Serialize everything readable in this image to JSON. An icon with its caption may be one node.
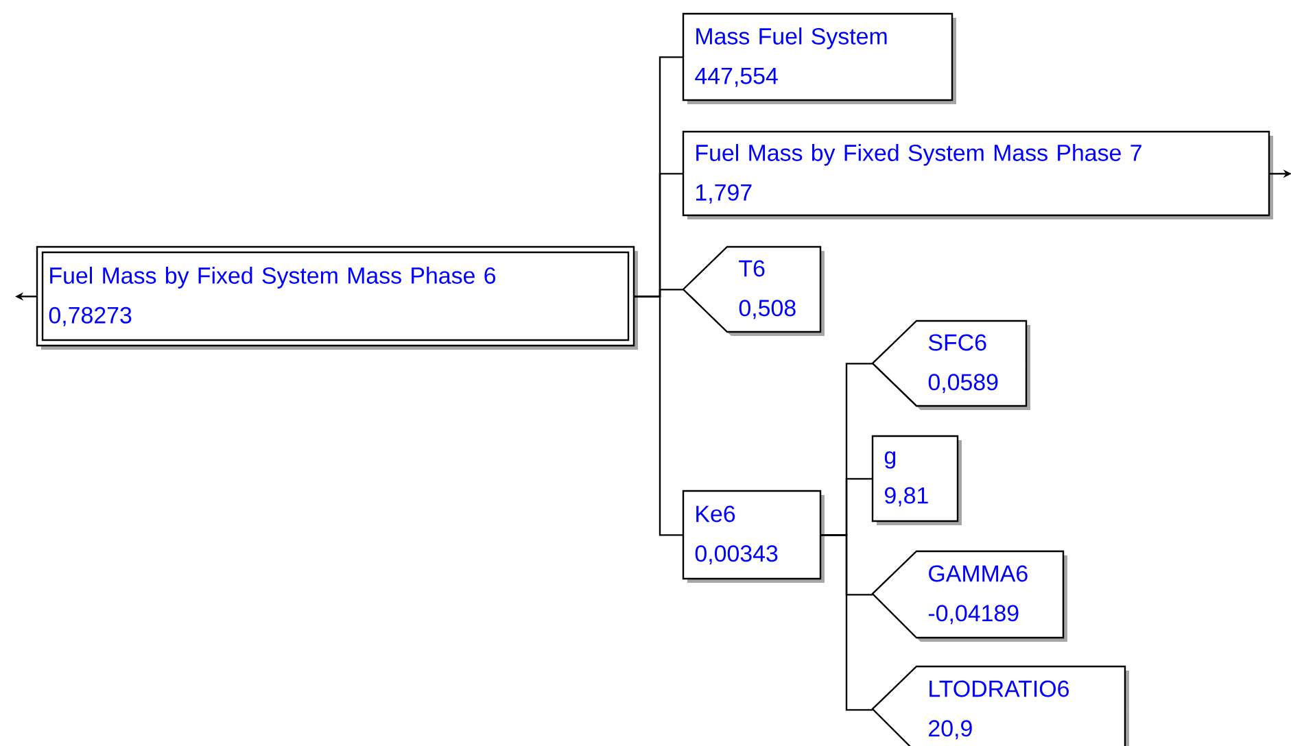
{
  "diagram": {
    "nodes": [
      {
        "text": [
          "Fuel Mass by Fixed System Mass Phase 6",
          "0,78273"
        ]
      },
      {
        "text": [
          "Mass Fuel System",
          "447,554"
        ]
      },
      {
        "text": [
          "Fuel Mass by Fixed System Mass Phase 7",
          "1,797"
        ]
      },
      {
        "text": [
          "T6",
          "0,508"
        ]
      },
      {
        "text": [
          "Ke6",
          "0,00343"
        ]
      },
      {
        "text": [
          "SFC6",
          "0,0589"
        ]
      },
      {
        "text": [
          "g",
          "9,81"
        ]
      },
      {
        "text": [
          "GAMMA6",
          "-0,04189"
        ]
      },
      {
        "text": [
          "LTODRATIO6",
          "20,9"
        ]
      }
    ],
    "edges": [
      {
        "from": 0,
        "to": 1,
        "arrow": "none"
      },
      {
        "from": 0,
        "to": 2,
        "arrow": "none"
      },
      {
        "from": 0,
        "to": 3,
        "arrow": "none"
      },
      {
        "from": 0,
        "to": 4,
        "arrow": "none"
      },
      {
        "from": 4,
        "to": 5,
        "arrow": "none"
      },
      {
        "from": 4,
        "to": 6,
        "arrow": "none"
      },
      {
        "from": 4,
        "to": 7,
        "arrow": "none"
      },
      {
        "from": 4,
        "to": 8,
        "arrow": "none"
      },
      {
        "from": 0,
        "to": null,
        "arrow": "to"
      },
      {
        "from": 2,
        "to": null,
        "arrow": "to"
      }
    ]
  }
}
